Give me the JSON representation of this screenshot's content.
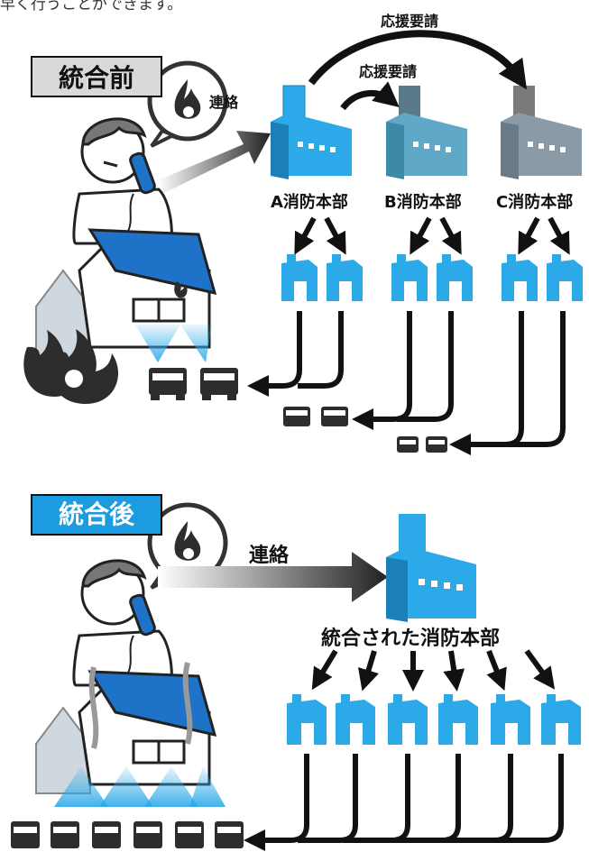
{
  "top_caption": "早く行うことができます。",
  "before": {
    "label": "統合前",
    "contact_label": "連絡",
    "support_request_outer": "応援要請",
    "support_request_inner": "応援要請",
    "headquarters": [
      "A消防本部",
      "B消防本部",
      "C消防本部"
    ]
  },
  "after": {
    "label": "統合後",
    "contact_label": "連絡",
    "headquarters": "統合された消防本部"
  },
  "colors": {
    "hq_blue": "#2ba9e8",
    "hq_grey": "#8a9aa6",
    "fire_dark": "#2d2d2d",
    "roof_blue": "#1e73c8"
  }
}
